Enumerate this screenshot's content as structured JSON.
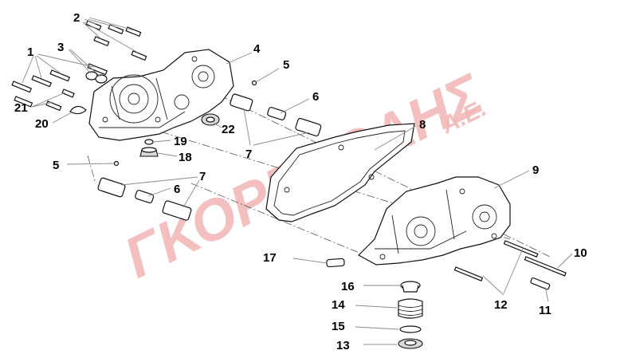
{
  "watermark": {
    "text": "ΓΚΟΡΕΚΟΛΗΣ",
    "suffix": "Α.Ε.",
    "color": "#f3b5b5"
  },
  "callouts": [
    {
      "id": "1",
      "text": "1"
    },
    {
      "id": "2",
      "text": "2"
    },
    {
      "id": "3",
      "text": "3"
    },
    {
      "id": "4",
      "text": "4"
    },
    {
      "id": "5a",
      "text": "5"
    },
    {
      "id": "5b",
      "text": "5"
    },
    {
      "id": "6a",
      "text": "6"
    },
    {
      "id": "6b",
      "text": "6"
    },
    {
      "id": "7a",
      "text": "7"
    },
    {
      "id": "7b",
      "text": "7"
    },
    {
      "id": "8",
      "text": "8"
    },
    {
      "id": "9",
      "text": "9"
    },
    {
      "id": "10",
      "text": "10"
    },
    {
      "id": "11",
      "text": "11"
    },
    {
      "id": "12",
      "text": "12"
    },
    {
      "id": "13",
      "text": "13"
    },
    {
      "id": "14",
      "text": "14"
    },
    {
      "id": "15",
      "text": "15"
    },
    {
      "id": "16",
      "text": "16"
    },
    {
      "id": "17",
      "text": "17"
    },
    {
      "id": "18",
      "text": "18"
    },
    {
      "id": "19",
      "text": "19"
    },
    {
      "id": "20",
      "text": "20"
    },
    {
      "id": "21",
      "text": "21"
    },
    {
      "id": "22",
      "text": "22"
    }
  ]
}
